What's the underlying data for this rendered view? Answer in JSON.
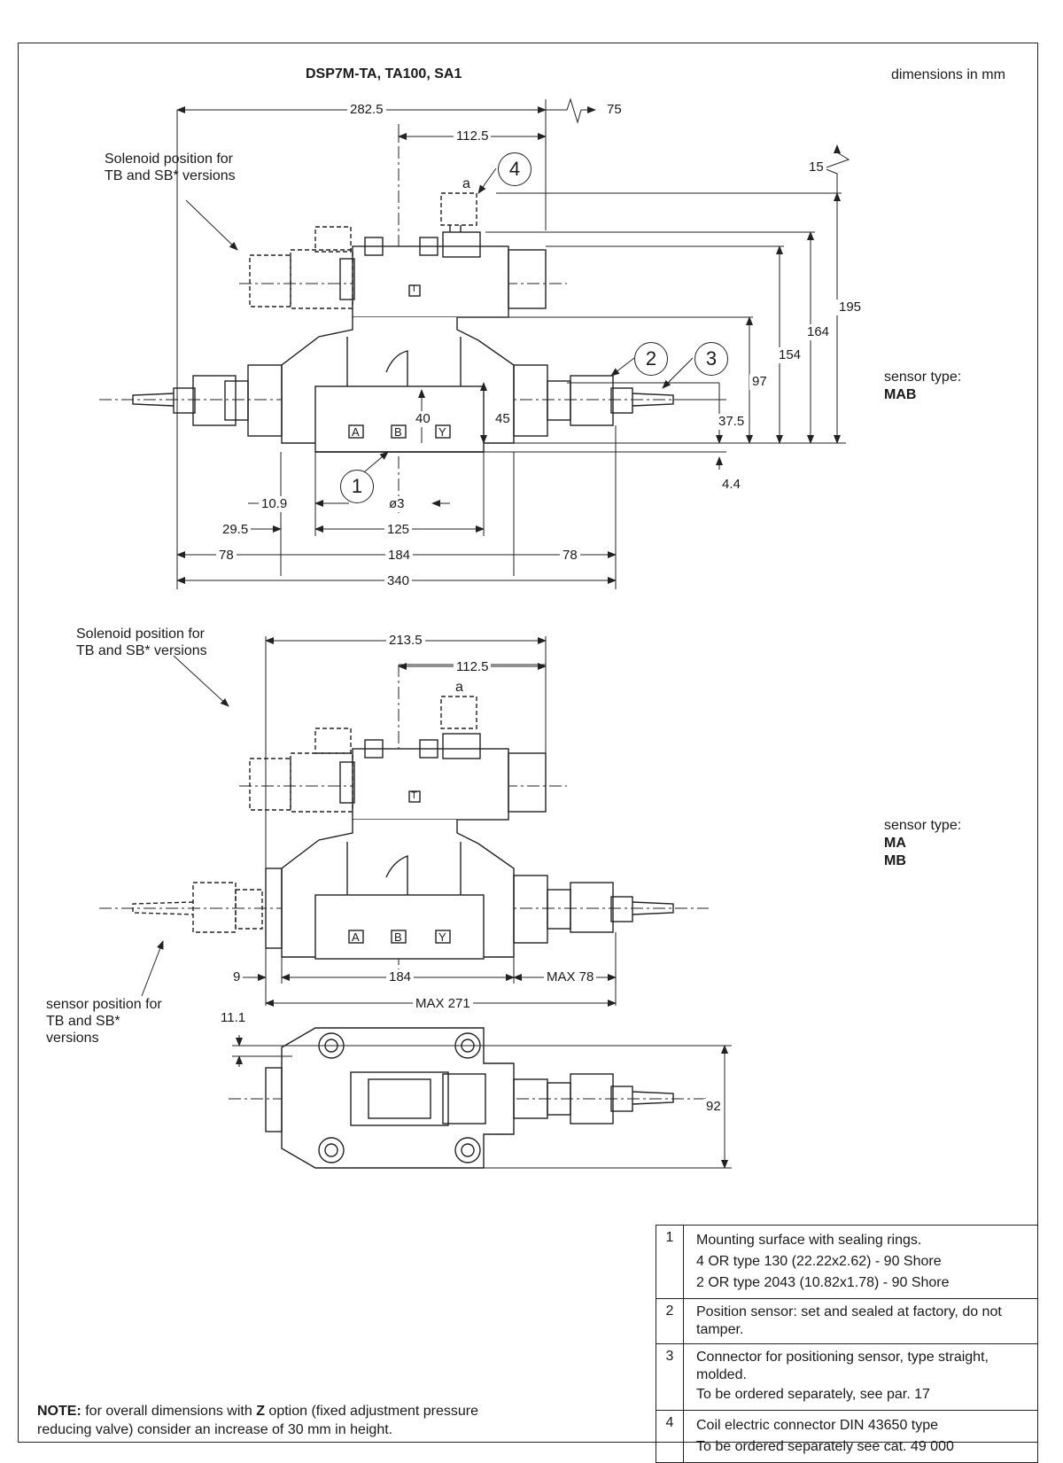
{
  "title": "DSP7M-TA, TA100, SA1",
  "units_note": "dimensions in mm",
  "view1": {
    "dims": {
      "d282_5": "282.5",
      "d75": "75",
      "d112_5": "112.5",
      "d15": "15",
      "d195": "195",
      "d164": "164",
      "d154": "154",
      "d97": "97",
      "d40": "40",
      "d45": "45",
      "d37_5": "37.5",
      "d4_4": "4.4",
      "d10_9": "10.9",
      "d3": "ø3",
      "d29_5": "29.5",
      "d125": "125",
      "d78a": "78",
      "d184": "184",
      "d78b": "78",
      "d340": "340"
    },
    "solenoid_note": "Solenoid position for TB and SB* versions",
    "sensor_label": "sensor type:",
    "sensor_type": "MAB",
    "letter_a": "a"
  },
  "view2": {
    "dims": {
      "d213_5": "213.5",
      "d112_5": "112.5",
      "d9": "9",
      "d184": "184",
      "dmax78": "MAX 78",
      "dmax271": "MAX 271"
    },
    "solenoid_note": "Solenoid position for TB and SB* versions",
    "sensor_position_note": "sensor position for TB and SB* versions",
    "sensor_label": "sensor type:",
    "sensor_types": [
      "MA",
      "MB"
    ],
    "letter_a": "a"
  },
  "view3": {
    "dims": {
      "d11_1": "11.1",
      "d92": "92"
    }
  },
  "callouts": [
    "1",
    "2",
    "3",
    "4"
  ],
  "port_labels": [
    "A",
    "B",
    "Y",
    "T"
  ],
  "legend": [
    {
      "num": "1",
      "lines": [
        "Mounting surface with sealing rings.",
        "4 OR type 130 (22.22x2.62) - 90 Shore",
        "2 OR type 2043 (10.82x1.78) - 90 Shore"
      ]
    },
    {
      "num": "2",
      "lines": [
        "Position sensor: set and sealed at factory, do not tamper."
      ]
    },
    {
      "num": "3",
      "lines": [
        "Connector for positioning sensor, type straight, molded.",
        "To be ordered separately, see par. 17"
      ]
    },
    {
      "num": "4",
      "lines": [
        "Coil electric connector  DIN 43650 type",
        "To be ordered separately see cat. 49 000"
      ]
    }
  ],
  "note": {
    "label": "NOTE:",
    "text1": " for overall dimensions with ",
    "z": "Z",
    "text2": " option (fixed adjustment pressure reducing valve) consider an increase of 30 mm in height."
  }
}
